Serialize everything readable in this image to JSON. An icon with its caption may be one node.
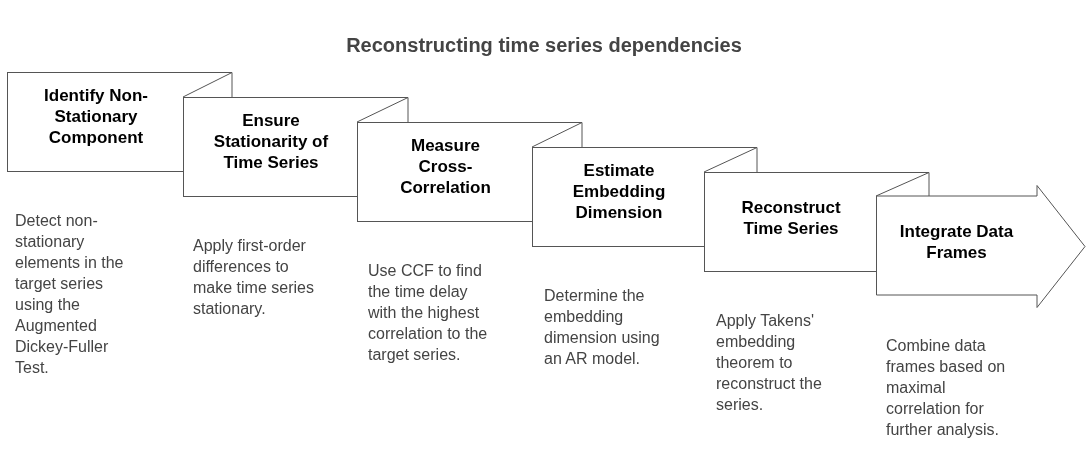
{
  "diagram": {
    "title": "Reconstructing time series dependencies",
    "nodes": [
      {
        "text": [
          "Identify Non-Stationary Component"
        ],
        "beside": [
          "Detect non-stationary elements in the target series using the Augmented Dickey-Fuller Test."
        ]
      },
      {
        "text": [
          "Ensure Stationarity of Time Series"
        ],
        "beside": [
          "Apply first-order differences to make time series stationary."
        ]
      },
      {
        "text": [
          "Measure Cross-Correlation"
        ],
        "beside": [
          "Use CCF to find the time delay with the highest correlation to the target series."
        ]
      },
      {
        "text": [
          "Estimate Embedding Dimension"
        ],
        "beside": [
          "Determine the embedding dimension using an AR model."
        ]
      },
      {
        "text": [
          "Reconstruct Time Series"
        ],
        "beside": [
          "Apply Takens' embedding theorem to reconstruct the series."
        ]
      },
      {
        "text": [
          "Integrate Data Frames"
        ],
        "beside": [
          "Combine data frames based on maximal correlation for further analysis."
        ]
      }
    ]
  }
}
